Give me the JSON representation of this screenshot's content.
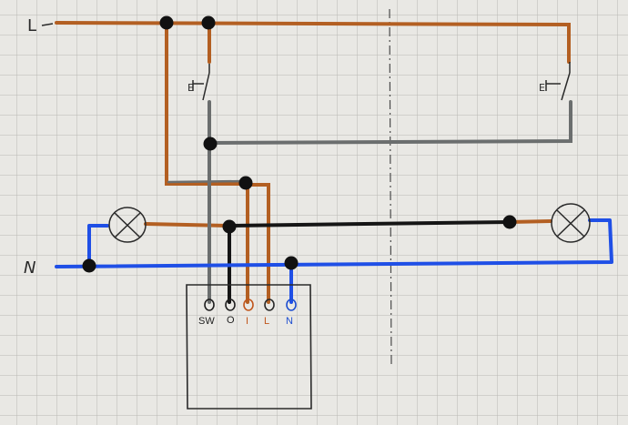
{
  "labels": {
    "line": "L",
    "neutral": "N",
    "switch_left": "E",
    "switch_right": "E"
  },
  "terminals": [
    {
      "label": "SW",
      "color": "#1f1f1f"
    },
    {
      "label": "O",
      "color": "#1f1f1f"
    },
    {
      "label": "I",
      "color": "#c0561c"
    },
    {
      "label": "L",
      "color": "#c0561c"
    },
    {
      "label": "N",
      "color": "#1f4fd0"
    }
  ],
  "colors": {
    "paper": "#e9e8e4",
    "grid": "#b9b8b3",
    "brown_wire": "#b35f22",
    "grey_wire": "#6b6e6e",
    "black_wire": "#151515",
    "blue_wire": "#1f4fe6",
    "pen": "#2a2a2a"
  },
  "icons": [
    "lamp-icon",
    "switch-icon",
    "junction-dot"
  ]
}
